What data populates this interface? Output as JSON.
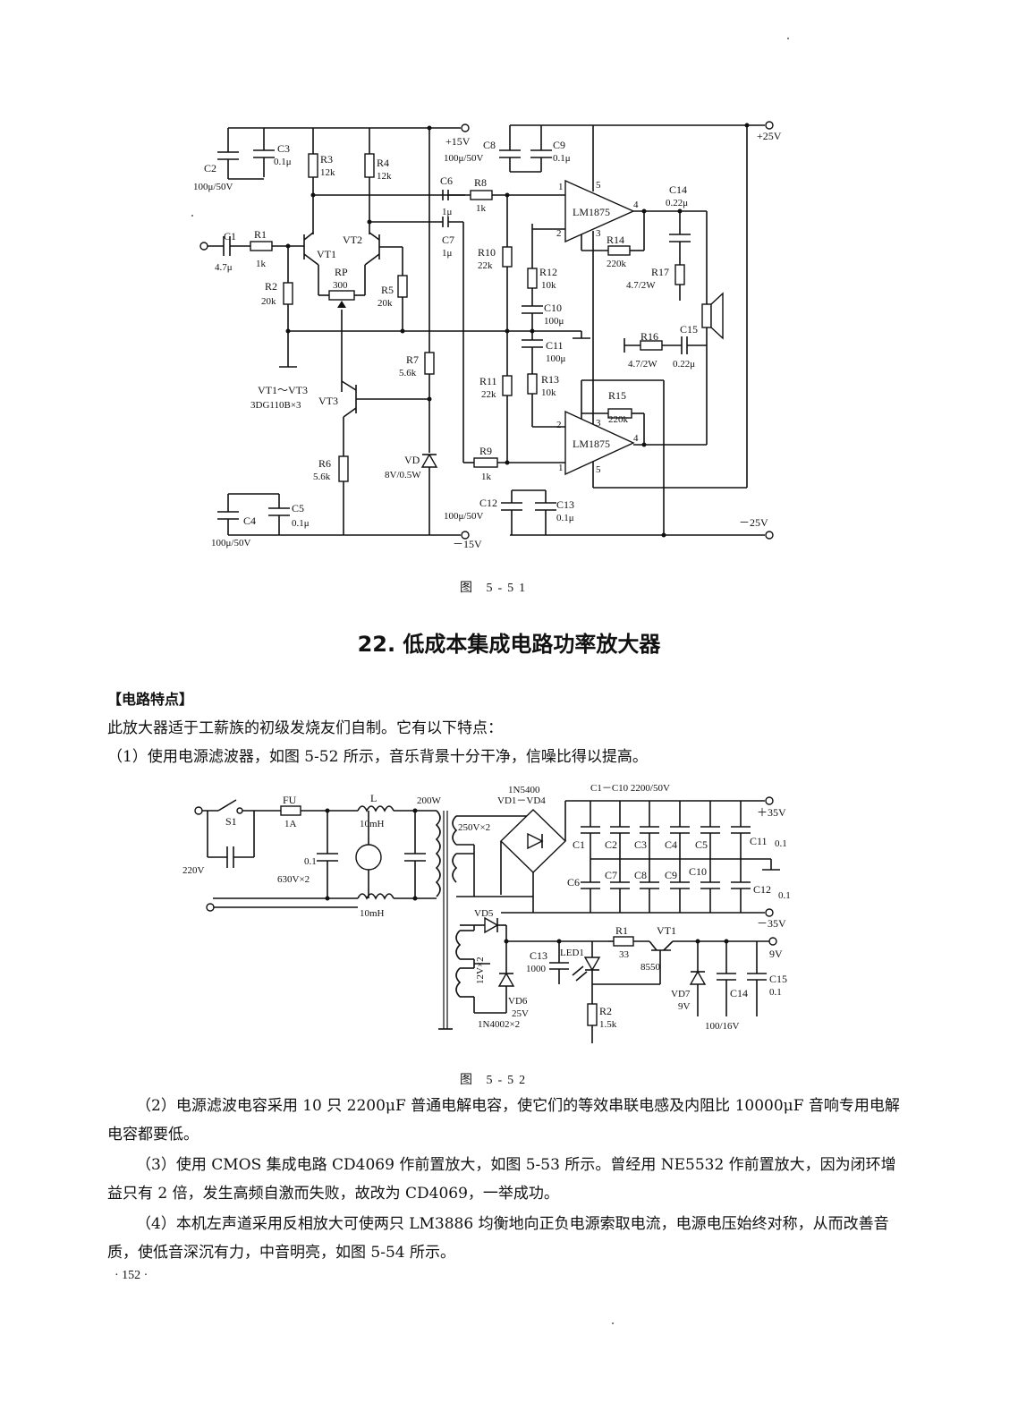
{
  "figure_51": {
    "caption": "图 5-51",
    "labels": {
      "c1": "C1",
      "c1v": "4.7μ",
      "r1": "R1",
      "r1v": "1k",
      "c2": "C2",
      "c2v": "100μ/50V",
      "c3": "C3",
      "c3v": "0.1μ",
      "r3": "R3",
      "r3v": "12k",
      "r4": "R4",
      "r4v": "12k",
      "r2": "R2",
      "r2v": "20k",
      "vt1": "VT1",
      "vt2": "VT2",
      "rp": "RP",
      "rpv": "300",
      "r5": "R5",
      "r5v": "20k",
      "r7": "R7",
      "r7v": "5.6k",
      "vt_note1": "VT1～VT3",
      "vt_note2": "3DG110B×3",
      "vt3": "VT3",
      "r6": "R6",
      "r6v": "5.6k",
      "vd": "VD",
      "vdv": "8V/0.5W",
      "c4": "C4",
      "c4v": "100μ/50V",
      "c5": "C5",
      "c5v": "0.1μ",
      "p15": "+15V",
      "m15": "－15V",
      "c8": "C8",
      "c8v": "100μ/50V",
      "c9": "C9",
      "c9v": "0.1μ",
      "c6": "C6",
      "c6v": "1μ",
      "c7": "C7",
      "c7v": "1μ",
      "r8": "R8",
      "r8v": "1k",
      "r9": "R9",
      "r9v": "1k",
      "r10": "R10",
      "r10v": "22k",
      "r11": "R11",
      "r11v": "22k",
      "r12": "R12",
      "r12v": "10k",
      "r13": "R13",
      "r13v": "10k",
      "c10": "C10",
      "c10v": "100μ",
      "c11": "C11",
      "c11v": "100μ",
      "lm": "LM1875",
      "r14": "R14",
      "r14v": "220k",
      "r15": "R15",
      "r15v": "220k",
      "c14": "C14",
      "c14v": "0.22μ",
      "r17": "R17",
      "r17v": "4.7/2W",
      "r16": "R16",
      "r16v": "4.7/2W",
      "c15": "C15",
      "c15v": "0.22μ",
      "c12": "C12",
      "c12v": "100μ/50V",
      "c13": "C13",
      "c13v": "0.1μ",
      "p25": "+25V",
      "m25": "－25V",
      "pin1": "1",
      "pin2": "2",
      "pin3": "3",
      "pin4": "4",
      "pin5": "5"
    }
  },
  "section": {
    "title": "22. 低成本集成电路功率放大器",
    "subhead": "【电路特点】",
    "intro": "此放大器适于工薪族的初级发烧友们自制。它有以下特点：",
    "point1": "（1）使用电源滤波器，如图 5-52 所示，音乐背景十分干净，信噪比得以提高。"
  },
  "figure_52": {
    "caption": "图 5-52",
    "labels": {
      "s1": "S1",
      "v220": "220V",
      "fu": "FU",
      "fuv": "1A",
      "l": "L",
      "lv": "10mH",
      "lv2": "10mH",
      "c01": "0.1",
      "c01v": "630V×2",
      "w200": "200W",
      "v250": "250V×2",
      "bridge1": "1N5400",
      "bridge2": "VD1－VD4",
      "cbank": "C1－C10  2200/50V",
      "c1": "C1",
      "c2": "C2",
      "c3": "C3",
      "c4": "C4",
      "c5": "C5",
      "c6": "C6",
      "c7": "C7",
      "c8": "C8",
      "c9": "C9",
      "c10": "C10",
      "c11": "C11",
      "c11v": "0.1",
      "c12": "C12",
      "c12v": "0.1",
      "p35": "＋35V",
      "m35": "－35V",
      "vd5": "VD5",
      "v12": "12V×2",
      "vd6": "VD6",
      "vd6v": "25V",
      "vd6p": "1N4002×2",
      "c13": "C13",
      "c13v": "1000",
      "led": "LED1",
      "r1": "R1",
      "r1v": "33",
      "vt1": "VT1",
      "vt1v": "8550",
      "r2": "R2",
      "r2v": "1.5k",
      "vd7": "VD7",
      "vd7v": "9V",
      "c14": "C14",
      "c14v": "100/16V",
      "c15": "C15",
      "c15v": "0.1",
      "v9": "9V"
    }
  },
  "paragraphs": {
    "p2": "（2）电源滤波电容采用 10 只 2200μF 普通电解电容，使它们的等效串联电感及内阻比 10000μF 音响专用电解电容都要低。",
    "p3": "（3）使用 CMOS 集成电路 CD4069 作前置放大，如图 5-53 所示。曾经用 NE5532 作前置放大，因为闭环增益只有 2 倍，发生高频自激而失败，故改为 CD4069，一举成功。",
    "p4": "（4）本机左声道采用反相放大可使两只 LM3886 均衡地向正负电源索取电流，电源电压始终对称，从而改善音质，使低音深沉有力，中音明亮，如图 5-54 所示。"
  },
  "page_number": "· 152 ·"
}
